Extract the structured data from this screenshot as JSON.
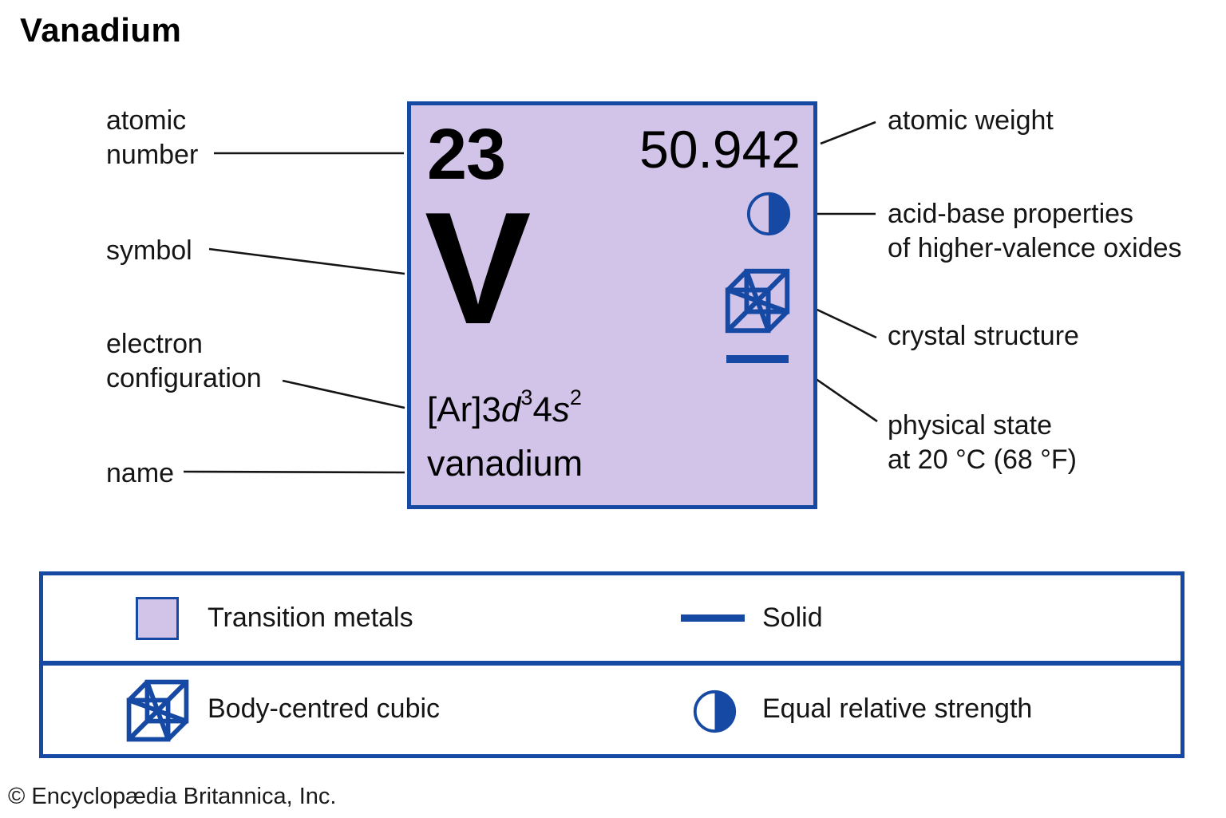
{
  "title": "Vanadium",
  "copyright": "© Encyclopædia Britannica, Inc.",
  "colors": {
    "accent_blue": "#1649a3",
    "tile_lavender": "#d2c3e8",
    "callout_line": "#151515"
  },
  "element_card": {
    "atomic_number": "23",
    "atomic_weight": "50.942",
    "symbol": "V",
    "name": "vanadium",
    "electron_configuration": {
      "prefix": "[Ar]3",
      "orbital1": "d",
      "sup1": "3",
      "shell2": "4",
      "orbital2": "s",
      "sup2": "2"
    },
    "icons": [
      "acid-base-half-circle-icon",
      "body-centred-cubic-icon",
      "solid-state-line-icon"
    ]
  },
  "left_callouts": [
    {
      "id": "atomic-number",
      "line1": "atomic",
      "line2": "number"
    },
    {
      "id": "symbol",
      "line1": "symbol",
      "line2": ""
    },
    {
      "id": "electron-configuration",
      "line1": "electron",
      "line2": "configuration"
    },
    {
      "id": "name",
      "line1": "name",
      "line2": ""
    }
  ],
  "right_callouts": [
    {
      "id": "atomic-weight",
      "line1": "atomic weight",
      "line2": ""
    },
    {
      "id": "acid-base",
      "line1": "acid-base properties",
      "line2": "of higher-valence oxides"
    },
    {
      "id": "crystal-structure",
      "line1": "crystal structure",
      "line2": ""
    },
    {
      "id": "physical-state",
      "line1": "physical state",
      "line2": "at 20 °C (68 °F)"
    }
  ],
  "legend": {
    "rows": [
      {
        "left_label": "Transition metals",
        "right_label": "Solid"
      },
      {
        "left_label": "Body-centred cubic",
        "right_label": "Equal relative strength"
      }
    ]
  }
}
